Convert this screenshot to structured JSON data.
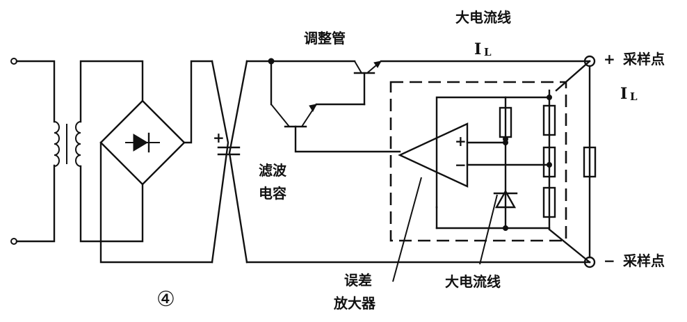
{
  "labels": {
    "regulator_tube": "调整管",
    "high_current_top": "大电流线",
    "load_current_symbol": "I",
    "load_current_sub": "L",
    "load_current_symbol_right": "I",
    "load_current_sub_right": "L",
    "plus_sign": "+",
    "minus_sign": "−",
    "sampling_point_top": "采样点",
    "sampling_point_bottom": "采样点",
    "filter_cap_line1": "滤波",
    "filter_cap_line2": "电容",
    "error_amp_line1": "误差",
    "error_amp_line2": "放大器",
    "high_current_bottom": "大电流线",
    "cap_plus": "+",
    "opamp_plus": "+",
    "opamp_minus": "−",
    "figure_number": "④"
  }
}
